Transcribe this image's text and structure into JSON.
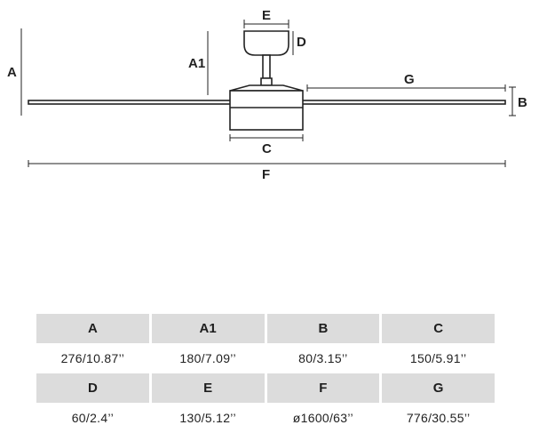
{
  "labels": {
    "A": "A",
    "A1": "A1",
    "B": "B",
    "C": "C",
    "D": "D",
    "E": "E",
    "F": "F",
    "G": "G"
  },
  "table": {
    "rows": [
      {
        "headers": [
          "A",
          "A1",
          "B",
          "C"
        ],
        "values": [
          "276/10.87’’",
          "180/7.09’’",
          "80/3.15’’",
          "150/5.91’’"
        ]
      },
      {
        "headers": [
          "D",
          "E",
          "F",
          "G"
        ],
        "values": [
          "60/2.4’’",
          "130/5.12’’",
          "ø1600/63’’",
          "776/30.55’’"
        ]
      }
    ]
  },
  "colors": {
    "line": "#222222",
    "header_bg": "#dcdcdc"
  }
}
